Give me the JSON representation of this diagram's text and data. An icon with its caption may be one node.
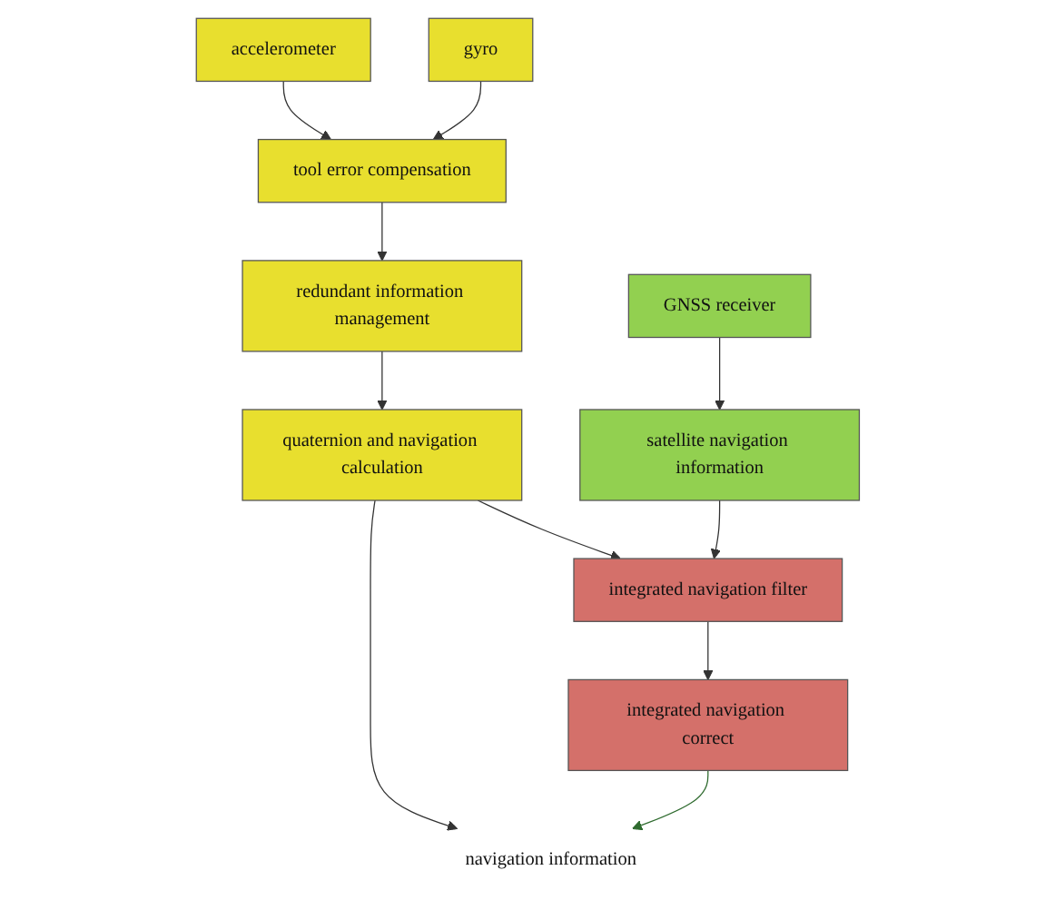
{
  "diagram": {
    "nodes": [
      {
        "text": [
          "accelerometer"
        ]
      },
      {
        "text": [
          "gyro"
        ]
      },
      {
        "text": [
          "tool error compensation"
        ]
      },
      {
        "text": [
          "redundant information management"
        ]
      },
      {
        "text": [
          "quaternion and navigation calculation"
        ]
      },
      {
        "text": [
          "navigation information"
        ]
      },
      {
        "text": [
          "GNSS receiver"
        ]
      },
      {
        "text": [
          "satellite navigation information"
        ]
      },
      {
        "text": [
          "integrated navigation filter"
        ]
      },
      {
        "text": [
          "integrated navigation correct"
        ]
      }
    ],
    "edges": [
      {
        "from": 0,
        "to": 2,
        "arrow": "to"
      },
      {
        "from": 1,
        "to": 2,
        "arrow": "to"
      },
      {
        "from": 2,
        "to": 3,
        "arrow": "to"
      },
      {
        "from": 3,
        "to": 4,
        "arrow": "to"
      },
      {
        "from": 4,
        "to": 5,
        "arrow": "to"
      },
      {
        "from": 6,
        "to": 7,
        "arrow": "to"
      },
      {
        "from": 7,
        "to": 8,
        "arrow": "to"
      },
      {
        "from": 4,
        "to": 8,
        "arrow": "to"
      },
      {
        "from": 8,
        "to": 9,
        "arrow": "to"
      },
      {
        "from": 9,
        "to": 5,
        "arrow": "to",
        "color": "#2f6b2f"
      }
    ]
  }
}
